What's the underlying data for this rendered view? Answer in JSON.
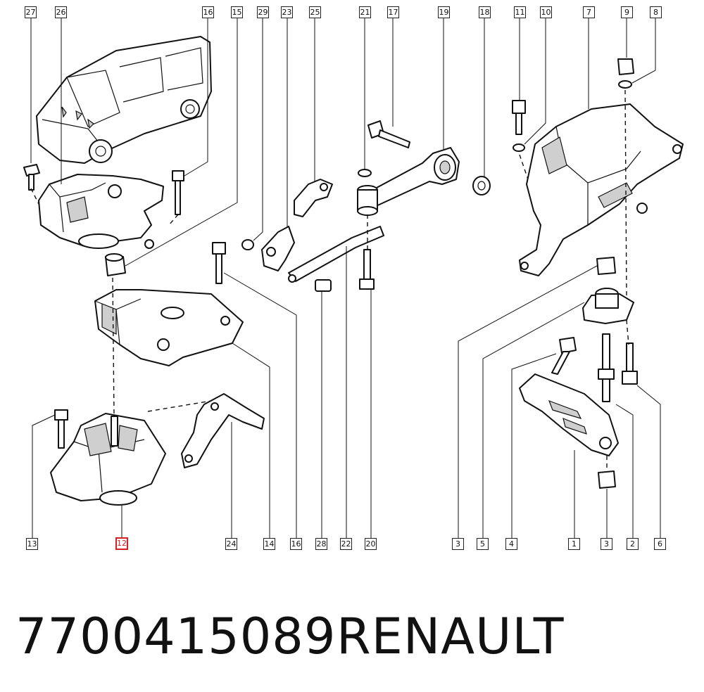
{
  "callouts_top": [
    "27",
    "26",
    "16",
    "15",
    "29",
    "23",
    "25",
    "21",
    "17",
    "19",
    "18",
    "11",
    "10",
    "7",
    "9",
    "8"
  ],
  "callouts_bottom": [
    "13",
    "12",
    "24",
    "14",
    "16",
    "28",
    "22",
    "20",
    "3",
    "5",
    "4",
    "1",
    "3",
    "2",
    "6"
  ],
  "highlighted_callout": "12",
  "part_number": "7700415089",
  "brand": "RENAULT",
  "colors": {
    "highlight": "#d42020",
    "line": "#111111"
  }
}
